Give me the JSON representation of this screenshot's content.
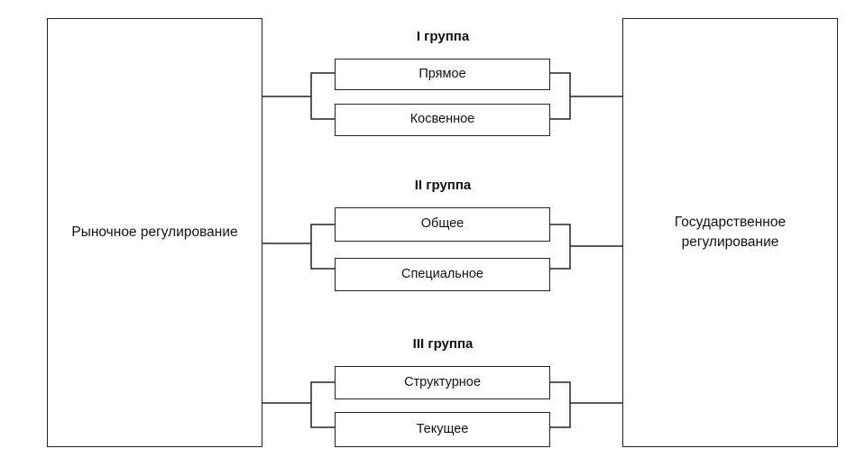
{
  "left_box": {
    "label": "Рыночное регулирование"
  },
  "right_box": {
    "label_line1": "Государственное",
    "label_line2": "регулирование"
  },
  "groups": [
    {
      "title": "I группа",
      "items": [
        "Прямое",
        "Косвенное"
      ]
    },
    {
      "title": "II группа",
      "items": [
        "Общее",
        "Специальное"
      ]
    },
    {
      "title": "III группа",
      "items": [
        "Структурное",
        "Текущее"
      ]
    }
  ]
}
